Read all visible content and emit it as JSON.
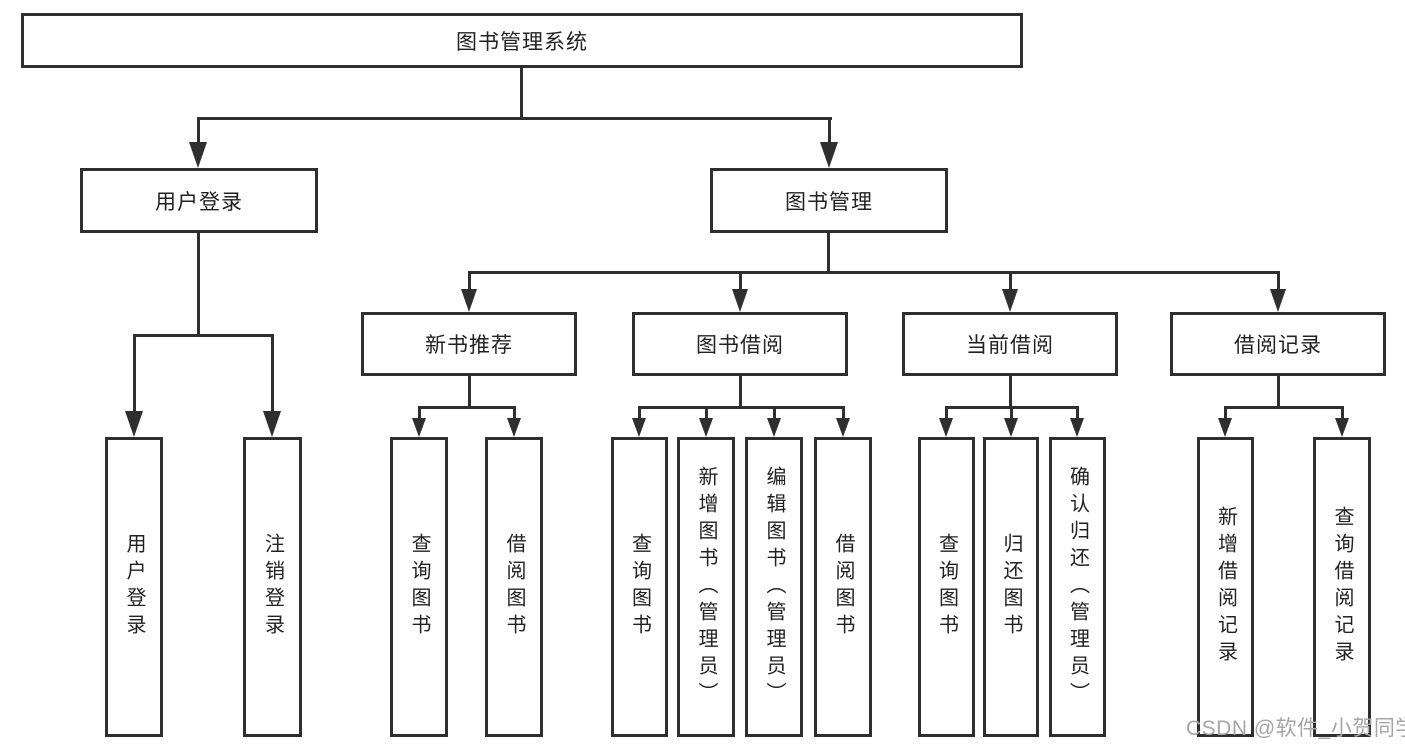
{
  "diagram": {
    "title": "图书管理系统",
    "root": "图书管理系统",
    "level2": [
      "用户登录",
      "图书管理"
    ],
    "level3": [
      "新书推荐",
      "图书借阅",
      "当前借阅",
      "借阅记录"
    ],
    "leaves": {
      "user_login": [
        "用户登录",
        "注销登录"
      ],
      "new_book_rec": [
        "查询图书",
        "借阅图书"
      ],
      "book_borrow": [
        "查询图书",
        "新增图书（管理员）",
        "编辑图书（管理员）",
        "借阅图书"
      ],
      "current_borrow": [
        "查询图书",
        "归还图书",
        "确认归还（管理员）"
      ],
      "borrow_record": [
        "新增借阅记录",
        "查询借阅记录"
      ]
    },
    "colors": {
      "line": "#2f2f2f",
      "text": "#222222",
      "background": "#ffffff",
      "watermark_text_color": "#a6a6a6"
    }
  },
  "watermark": "CSDN @软件_小贺同学"
}
